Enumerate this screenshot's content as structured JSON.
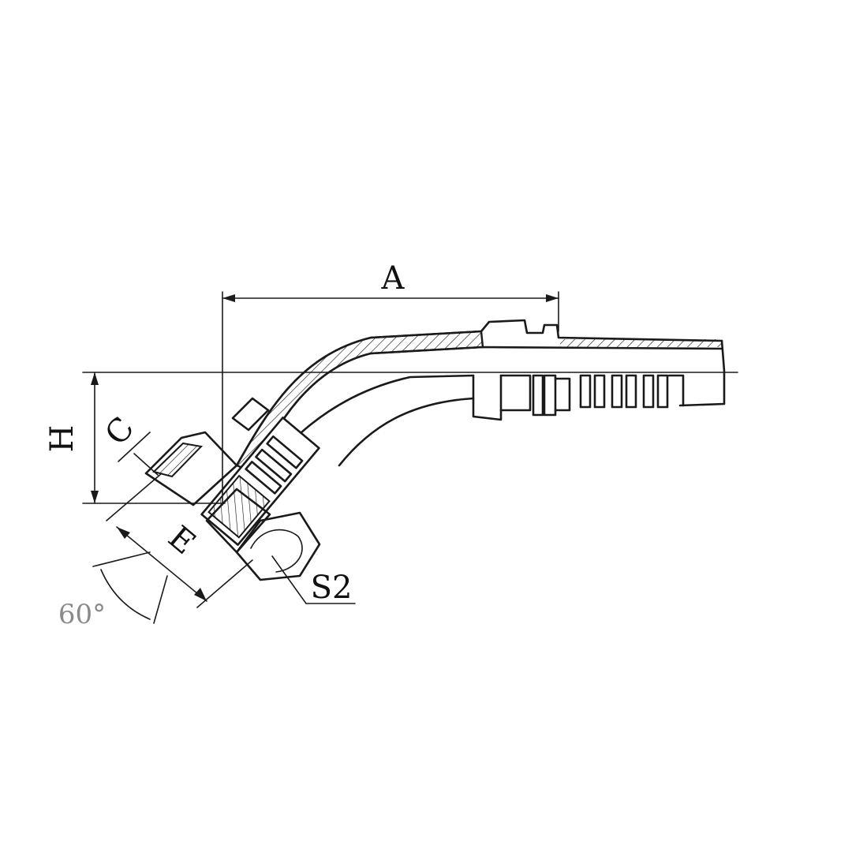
{
  "diagram": {
    "dimension_labels": {
      "a": "A",
      "h": "H",
      "c": "C",
      "e": "E",
      "s2": "S2",
      "angle": "60°"
    }
  }
}
